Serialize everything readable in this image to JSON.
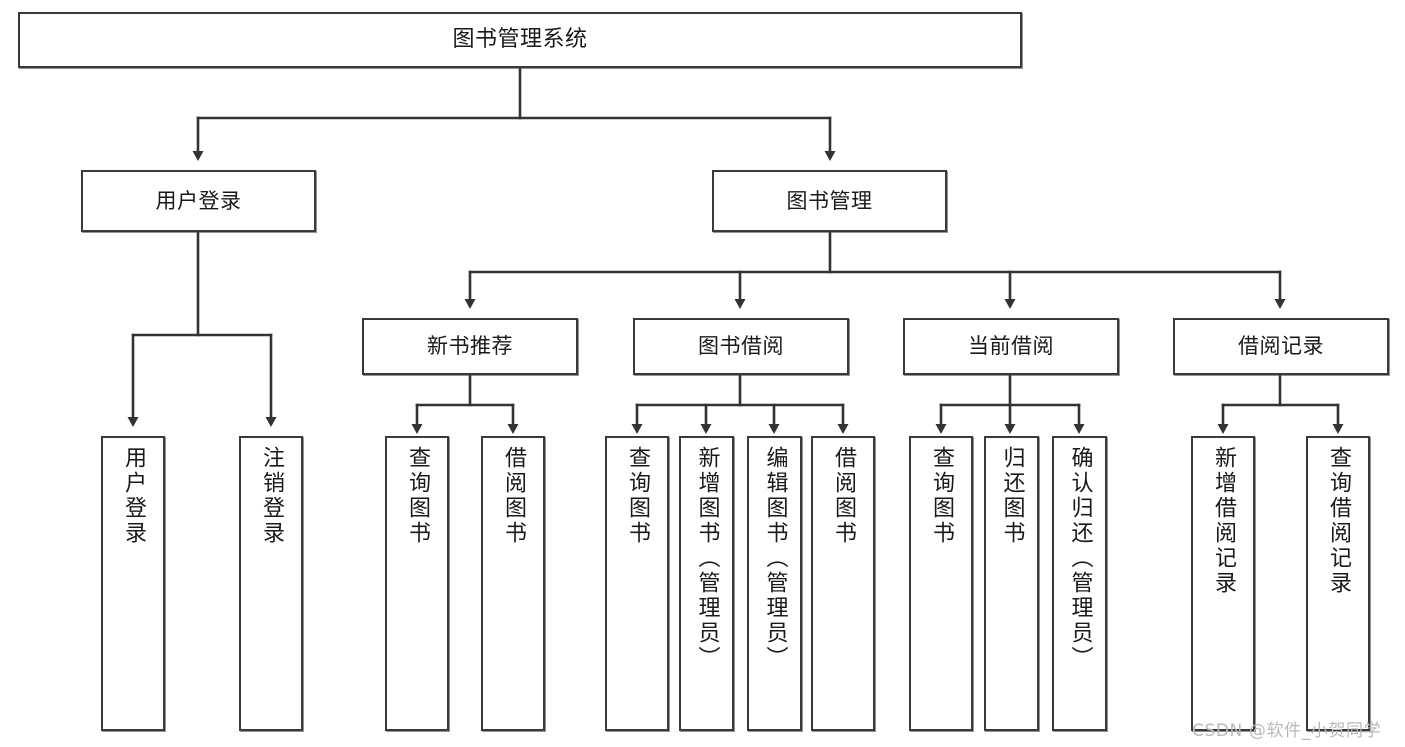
{
  "diagram": {
    "type": "tree-hierarchy",
    "title": "图书管理系统",
    "watermark": "CSDN @软件_小贺同学",
    "colors": {
      "border": "#3a3a3a",
      "background": "#ffffff",
      "text": "#1a1a1a",
      "edge": "#333333",
      "watermark": "#b9b9b9"
    },
    "nodes": {
      "root": {
        "label": "图书管理系统"
      },
      "level2": [
        {
          "label": "用户登录"
        },
        {
          "label": "图书管理"
        }
      ],
      "level3": [
        {
          "label": "新书推荐"
        },
        {
          "label": "图书借阅"
        },
        {
          "label": "当前借阅"
        },
        {
          "label": "借阅记录"
        }
      ],
      "leaves": {
        "user_login": [
          {
            "label": "用户登录"
          },
          {
            "label": "注销登录"
          }
        ],
        "new_book": [
          {
            "label": "查询图书"
          },
          {
            "label": "借阅图书"
          }
        ],
        "book_borrow": [
          {
            "label": "查询图书"
          },
          {
            "label": "新增图书（管理员）"
          },
          {
            "label": "编辑图书（管理员）"
          },
          {
            "label": "借阅图书"
          }
        ],
        "current_borrow": [
          {
            "label": "查询图书"
          },
          {
            "label": "归还图书"
          },
          {
            "label": "确认归还（管理员）"
          }
        ],
        "borrow_record": [
          {
            "label": "新增借阅记录"
          },
          {
            "label": "查询借阅记录"
          }
        ]
      }
    }
  }
}
